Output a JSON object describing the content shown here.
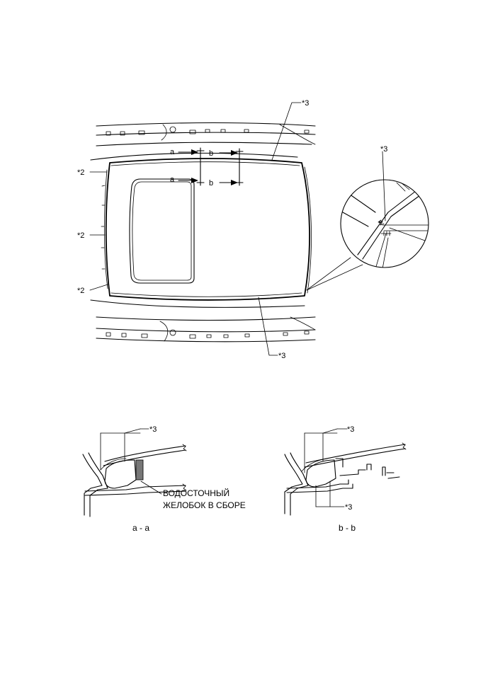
{
  "labels": {
    "callout_2": "*2",
    "callout_3": "*3",
    "section_a": "a",
    "section_b": "b"
  },
  "sections": {
    "aa_caption": "a - a",
    "bb_caption": "b - b",
    "part_name_line1": "ВОДОСТОЧНЫЙ",
    "part_name_line2": "ЖЕЛОБОК В СБОРЕ"
  }
}
